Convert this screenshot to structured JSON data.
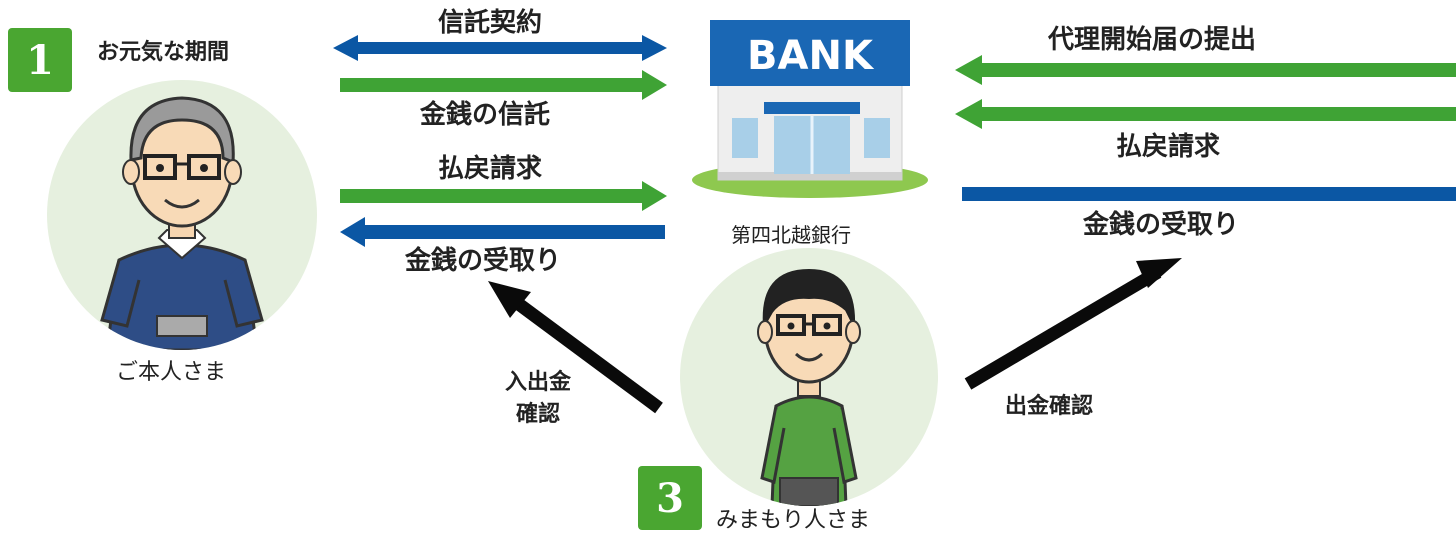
{
  "colors": {
    "green": "#3fa335",
    "blue": "#0b57a4",
    "black": "#0a0a0a",
    "badge_green": "#4aa631",
    "circle": "#e6f0df"
  },
  "badges": {
    "one": "1",
    "three": "3"
  },
  "people": {
    "principal": {
      "period_label": "お元気な期間",
      "name": "ご本人さま"
    },
    "guardian": {
      "name": "みまもり人さま"
    }
  },
  "bank": {
    "sign": "BANK",
    "name": "第四北越銀行"
  },
  "left_flows": {
    "trust_contract": "信託契約",
    "money_trust": "金銭の信託",
    "withdraw_request": "払戻請求",
    "money_receipt": "金銭の受取り"
  },
  "right_flows": {
    "agent_start": "代理開始届の提出",
    "withdraw_request": "払戻請求",
    "money_receipt": "金銭の受取り"
  },
  "checks": {
    "in_out": [
      "入出金",
      "確認"
    ],
    "out": "出金確認"
  },
  "icons": {
    "elderly": "elderly-man-icon",
    "bank": "bank-building-icon",
    "guardian": "younger-man-icon"
  }
}
